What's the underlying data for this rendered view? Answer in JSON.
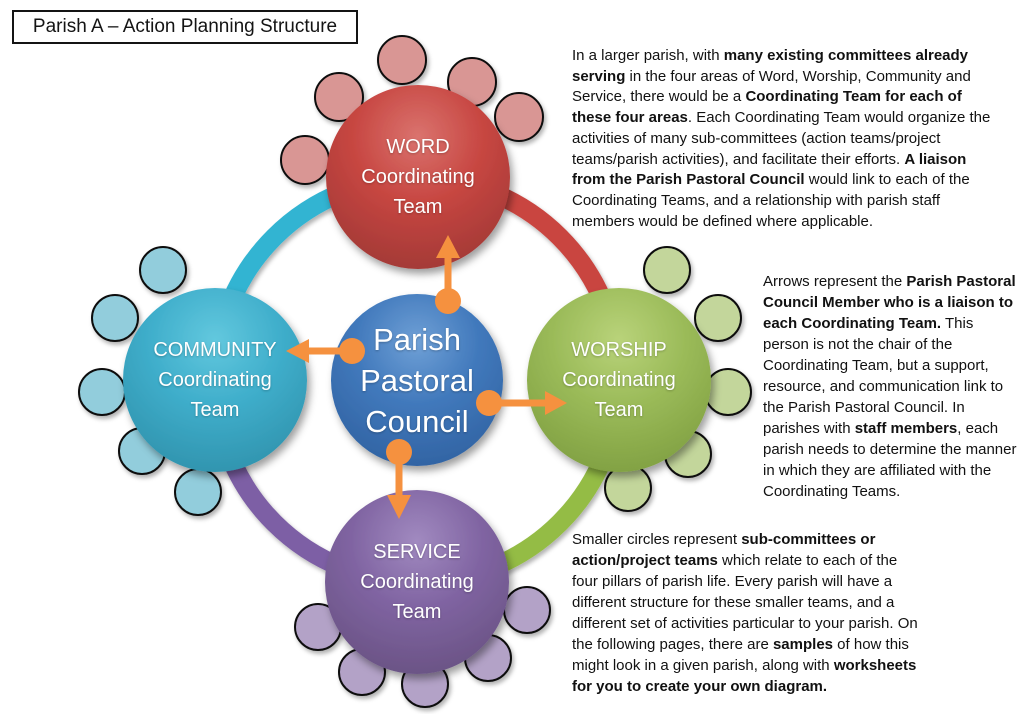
{
  "title": "Parish A – Action Planning Structure",
  "colors": {
    "word": "#C0504D",
    "word_light": "#D99694",
    "community": "#4BACC6",
    "community_light": "#92CDDC",
    "worship": "#9BBB59",
    "worship_light": "#C3D69B",
    "service": "#8064A2",
    "service_light": "#B3A2C7",
    "council": "#4F81BD",
    "arrow": "#F5913F",
    "ring_word": "#C9453F",
    "ring_community": "#33B4D2",
    "ring_worship": "#94BC45",
    "ring_service": "#7D5FA5"
  },
  "diagram": {
    "center": {
      "lines": [
        "Parish",
        "Pastoral",
        "Council"
      ]
    },
    "teams": [
      {
        "id": "word",
        "lines": [
          "WORD",
          "Coordinating",
          "Team"
        ],
        "sub_committee_circles": 5
      },
      {
        "id": "community",
        "lines": [
          "COMMUNITY",
          "Coordinating",
          "Team"
        ],
        "sub_committee_circles": 5
      },
      {
        "id": "worship",
        "lines": [
          "WORSHIP",
          "Coordinating",
          "Team"
        ],
        "sub_committee_circles": 5
      },
      {
        "id": "service",
        "lines": [
          "SERVICE",
          "Coordinating",
          "Team"
        ],
        "sub_committee_circles": 5
      }
    ]
  },
  "paragraphs": {
    "intro": {
      "runs": [
        {
          "t": "In a larger parish, with ",
          "b": false
        },
        {
          "t": "many existing committees already serving",
          "b": true
        },
        {
          "t": " in the four areas of Word, Worship, Community and Service, there would be a ",
          "b": false
        },
        {
          "t": "Coordinating Team for each of these four areas",
          "b": true
        },
        {
          "t": ".  Each Coordinating Team would organize the activities of many sub-committees (action teams/project teams/parish activities), and facilitate their efforts.  ",
          "b": false
        },
        {
          "t": "A liaison from the Parish Pastoral Council",
          "b": true
        },
        {
          "t": " would link to each of the Coordinating Teams, and a relationship with parish staff members would be defined where applicable.",
          "b": false
        }
      ]
    },
    "arrows": {
      "runs": [
        {
          "t": "Arrows represent the ",
          "b": false
        },
        {
          "t": "Parish Pastoral Council Member who is a liaison to each Coordinating Team.",
          "b": true
        },
        {
          "t": "  This person is not the chair of the Coordinating Team, but a support, resource, and communication link to the Parish Pastoral Council.  In parishes with ",
          "b": false
        },
        {
          "t": "staff members",
          "b": true
        },
        {
          "t": ", each parish needs to determine the manner in which they are affiliated with the Coordinating Teams.",
          "b": false
        }
      ]
    },
    "smaller": {
      "runs": [
        {
          "t": "Smaller circles represent ",
          "b": false
        },
        {
          "t": "sub-committees or action/project teams",
          "b": true
        },
        {
          "t": " which relate to each of the four pillars of parish life.  Every parish will have a different structure for these smaller teams, and a different set of activities particular to your parish.  On the following pages, there are ",
          "b": false
        },
        {
          "t": "samples",
          "b": true
        },
        {
          "t": " of how this might look in a given parish, along with ",
          "b": false
        },
        {
          "t": "worksheets for you to create your own diagram.",
          "b": true
        }
      ]
    }
  }
}
